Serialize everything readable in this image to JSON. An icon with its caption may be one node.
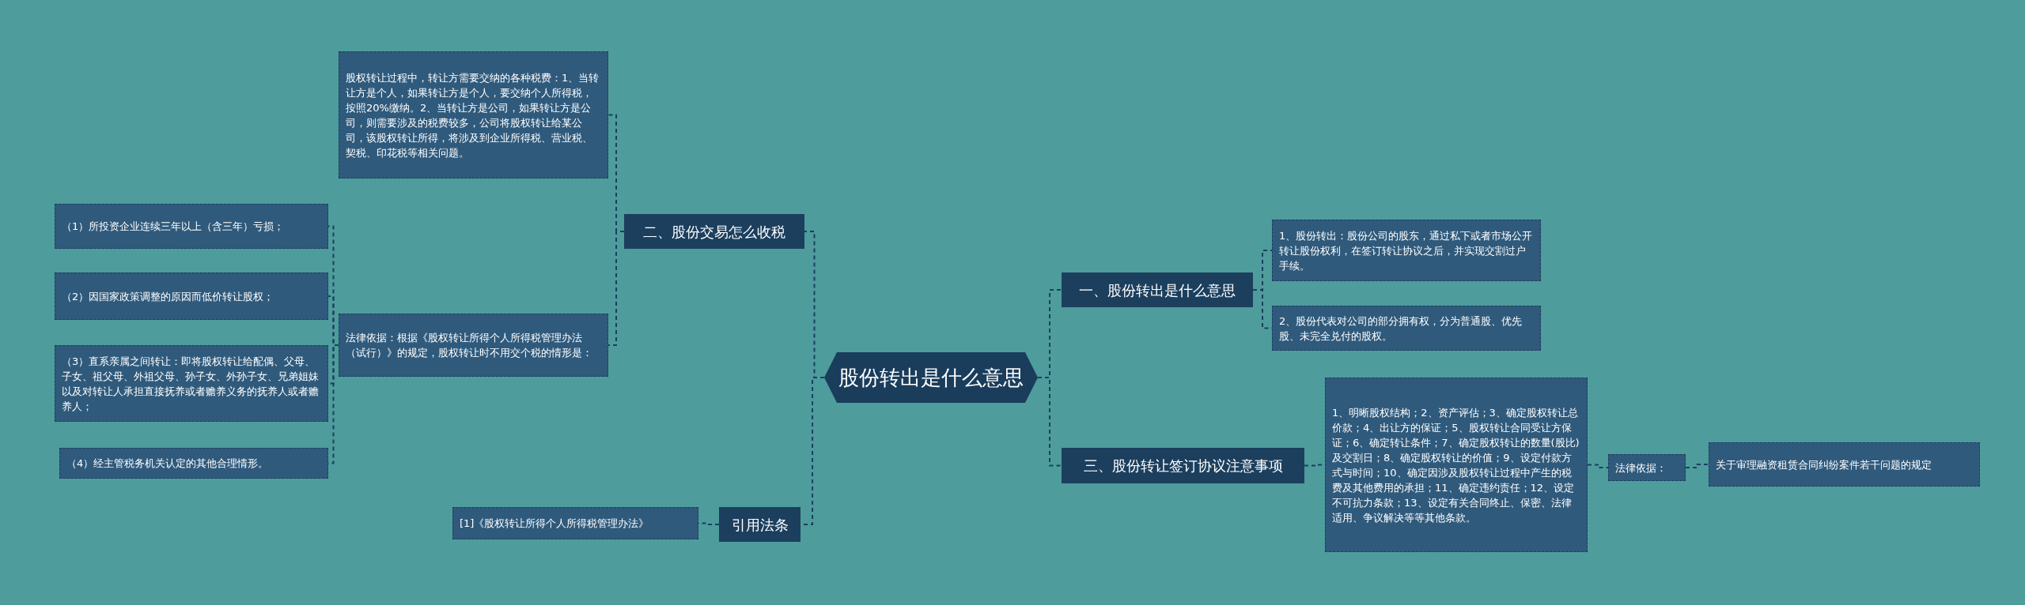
{
  "diagram": {
    "nodes": [
      {
        "text": [
          "股份转出是什么意思"
        ]
      },
      {
        "text": [
          "二、股份交易怎么收税"
        ]
      },
      {
        "text": [
          "股权转让过程中，转让方需要交纳的各种税费：1、当转让方是个人，如果转让方是个人，要交纳个人所得税，按照20%缴纳。2、当转让方是公司，如果转让方是公司，则需要涉及的税费较多，公司将股权转让给某公司，该股权转让所得，将涉及到企业所得税、营业税、契税、印花税等相关问题。"
        ]
      },
      {
        "text": [
          "法律依据：根据《股权转让所得个人所得税管理办法（试行）》的规定，股权转让时不用交个税的情形是："
        ]
      },
      {
        "text": [
          "（1）所投资企业连续三年以上（含三年）亏损；"
        ]
      },
      {
        "text": [
          "（2）因国家政策调整的原因而低价转让股权；"
        ]
      },
      {
        "text": [
          "（3）直系亲属之间转让：即将股权转让给配偶、父母、子女、祖父母、外祖父母、孙子女、外孙子女、兄弟姐妹以及对转让人承担直接抚养或者赡养义务的抚养人或者赡养人；"
        ]
      },
      {
        "text": [
          "（4）经主管税务机关认定的其他合理情形。"
        ]
      },
      {
        "text": [
          "引用法条"
        ]
      },
      {
        "text": [
          "[1]《股权转让所得个人所得税管理办法》"
        ]
      },
      {
        "text": [
          "一、股份转出是什么意思"
        ]
      },
      {
        "text": [
          "1、股份转出：股份公司的股东，通过私下或者市场公开转让股份权利，在签订转让协议之后，并实现交割过户手续。"
        ]
      },
      {
        "text": [
          "2、股份代表对公司的部分拥有权，分为普通股、优先股、未完全兑付的股权。"
        ]
      },
      {
        "text": [
          "三、股份转让签订协议注意事项"
        ]
      },
      {
        "text": [
          "1、明晰股权结构；2、资产评估；3、确定股权转让总价款；4、出让方的保证；5、股权转让合同受让方保证；6、确定转让条件；7、确定股权转让的数量(股比)及交割日；8、确定股权转让的价值；9、设定付款方式与时间；10、确定因涉及股权转让过程中产生的税费及其他费用的承担；11、确定违约责任；12、设定不可抗力条款；13、设定有关合同终止、保密、法律适用、争议解决等等其他条款。"
        ]
      },
      {
        "text": [
          "法律依据："
        ]
      },
      {
        "text": [
          "关于审理融资租赁合同纠纷案件若干问题的规定"
        ]
      }
    ],
    "edges": [
      {
        "from": 0,
        "to": 1,
        "arrow": "none"
      },
      {
        "from": 1,
        "to": 2,
        "arrow": "none"
      },
      {
        "from": 1,
        "to": 3,
        "arrow": "none"
      },
      {
        "from": 3,
        "to": 4,
        "arrow": "none"
      },
      {
        "from": 3,
        "to": 5,
        "arrow": "none"
      },
      {
        "from": 3,
        "to": 6,
        "arrow": "none"
      },
      {
        "from": 3,
        "to": 7,
        "arrow": "none"
      },
      {
        "from": 0,
        "to": 8,
        "arrow": "none"
      },
      {
        "from": 8,
        "to": 9,
        "arrow": "none"
      },
      {
        "from": 0,
        "to": 10,
        "arrow": "none"
      },
      {
        "from": 10,
        "to": 11,
        "arrow": "none"
      },
      {
        "from": 10,
        "to": 12,
        "arrow": "none"
      },
      {
        "from": 0,
        "to": 13,
        "arrow": "none"
      },
      {
        "from": 13,
        "to": 14,
        "arrow": "none"
      },
      {
        "from": 14,
        "to": 15,
        "arrow": "none"
      },
      {
        "from": 15,
        "to": 16,
        "arrow": "none"
      }
    ]
  }
}
